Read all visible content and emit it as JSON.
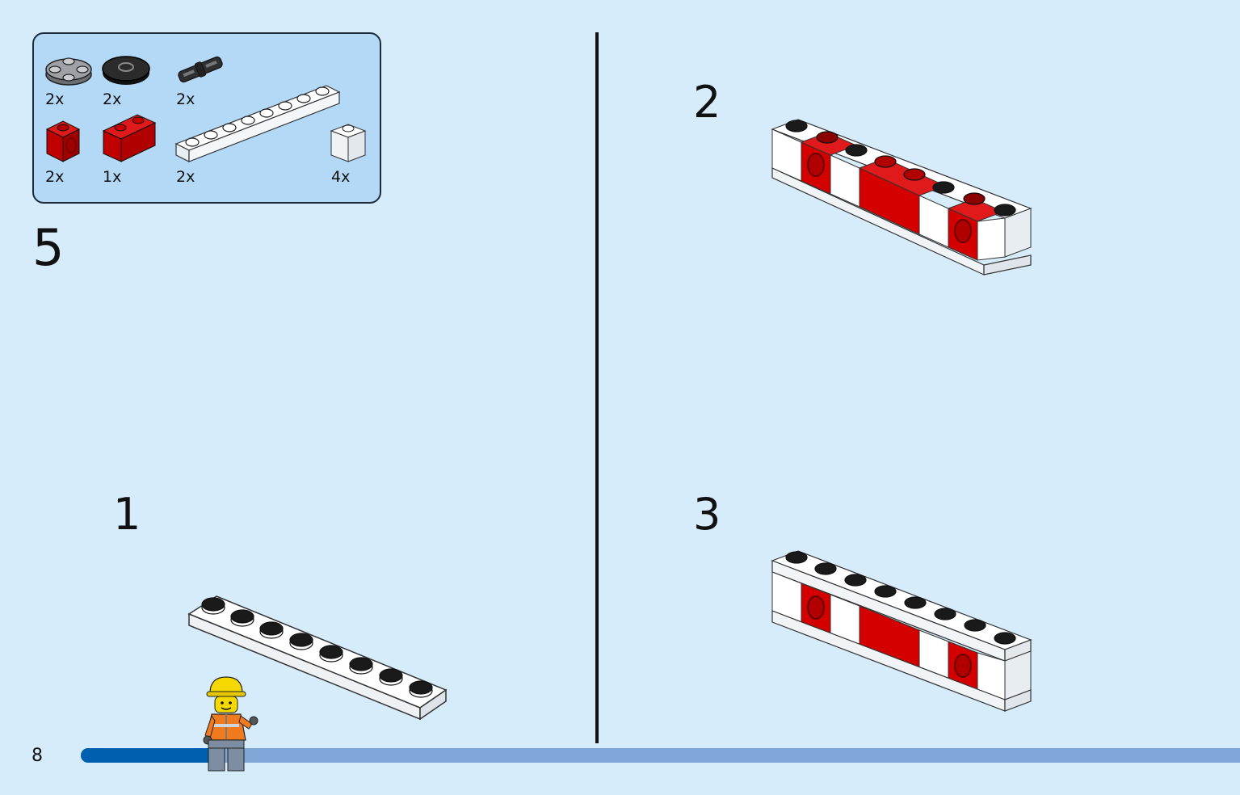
{
  "page": {
    "number": "8"
  },
  "main_step": {
    "number": "5"
  },
  "parts_list": [
    {
      "qty": "2x",
      "icon": "round-plate-with-studs-icon"
    },
    {
      "qty": "2x",
      "icon": "round-tile-icon"
    },
    {
      "qty": "2x",
      "icon": "technic-pin-icon"
    },
    {
      "qty": "2x",
      "icon": "red-technic-brick-icon"
    },
    {
      "qty": "1x",
      "icon": "red-brick-1x2-icon"
    },
    {
      "qty": "2x",
      "icon": "white-plate-1x8-icon"
    },
    {
      "qty": "4x",
      "icon": "white-brick-1x1-icon"
    }
  ],
  "sub_steps": [
    {
      "number": "1"
    },
    {
      "number": "2"
    },
    {
      "number": "3"
    }
  ],
  "progress": {
    "fraction": 0.12
  },
  "colors": {
    "background": "#d6ecfb",
    "inventory_background": "#b3d9f7",
    "brick_red": "#d40000",
    "brick_white": "#ffffff",
    "progress_done": "#0060b0",
    "progress_remaining": "#7ea6d6"
  }
}
